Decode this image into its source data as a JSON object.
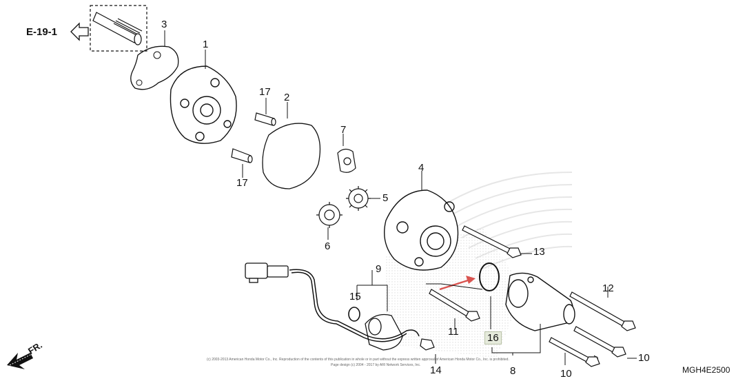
{
  "reference": {
    "label": "E-19-1"
  },
  "direction": {
    "label": "FR."
  },
  "diagram_code": "MGH4E2500",
  "copyright": {
    "line1": "(c) 2003-2013 American Honda Motor Co., Inc. Reproduction of the contents of this publication in whole or in part without the express written approval of American Honda Motor Co., Inc. is prohibited.",
    "line2": "Page design (c) 2004 - 2017 by ARI Network Services, Inc."
  },
  "callouts": [
    {
      "id": "c1",
      "text": "1"
    },
    {
      "id": "c2",
      "text": "2"
    },
    {
      "id": "c3",
      "text": "3"
    },
    {
      "id": "c4",
      "text": "4"
    },
    {
      "id": "c5",
      "text": "5"
    },
    {
      "id": "c6",
      "text": "6"
    },
    {
      "id": "c7",
      "text": "7"
    },
    {
      "id": "c8",
      "text": "8"
    },
    {
      "id": "c9",
      "text": "9"
    },
    {
      "id": "c10a",
      "text": "10"
    },
    {
      "id": "c10b",
      "text": "10"
    },
    {
      "id": "c11",
      "text": "11"
    },
    {
      "id": "c12",
      "text": "12"
    },
    {
      "id": "c13",
      "text": "13"
    },
    {
      "id": "c14",
      "text": "14"
    },
    {
      "id": "c15",
      "text": "15"
    },
    {
      "id": "c16",
      "text": "16",
      "highlighted": true
    },
    {
      "id": "c17a",
      "text": "17"
    },
    {
      "id": "c17b",
      "text": "17"
    }
  ],
  "colors": {
    "line": "#111111",
    "highlight_arrow": "#d9534f",
    "watermark": "#e4e4e4",
    "highlight_box": "#e6ebdc"
  }
}
